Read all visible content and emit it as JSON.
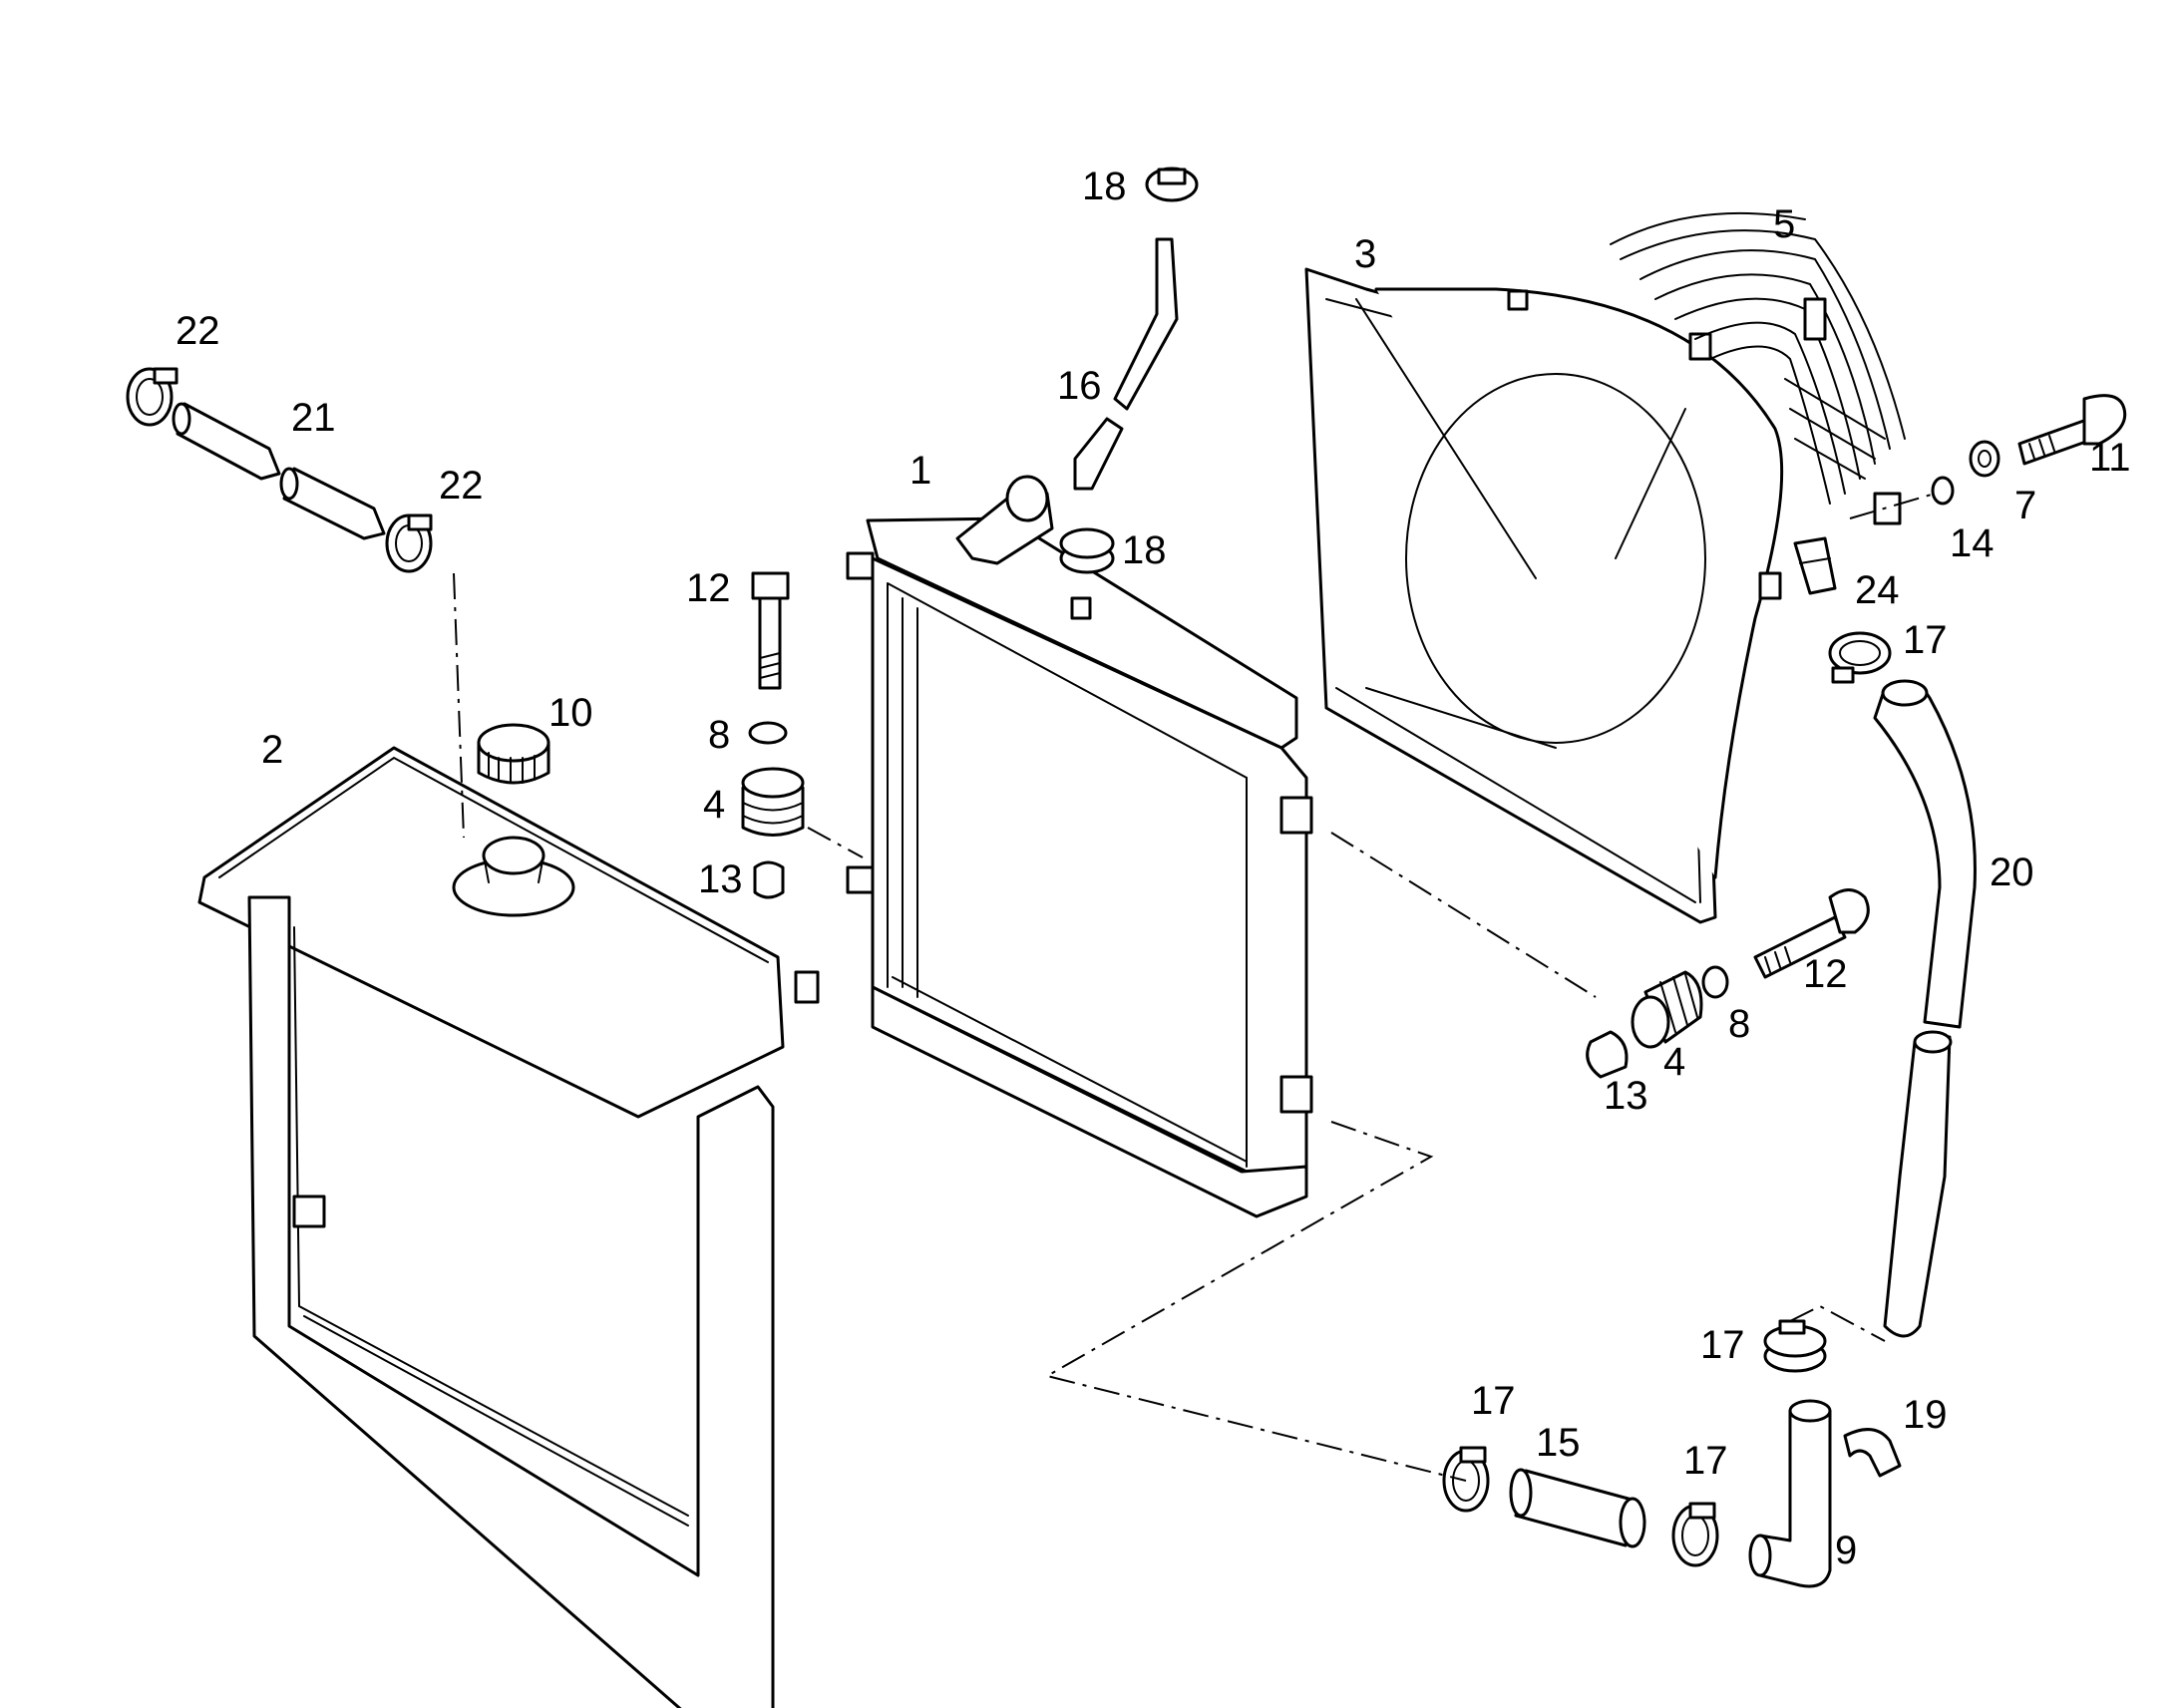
{
  "colors": {
    "line": "#000000",
    "background": "#ffffff"
  },
  "callouts": [
    {
      "id": "c1",
      "text": "1",
      "part": "radiator"
    },
    {
      "id": "c2",
      "text": "2",
      "part": "radiator-frame"
    },
    {
      "id": "c3",
      "text": "3",
      "part": "fan-shroud"
    },
    {
      "id": "c4a",
      "text": "4",
      "part": "rubber-mount-left"
    },
    {
      "id": "c4b",
      "text": "4",
      "part": "rubber-mount-right"
    },
    {
      "id": "c5",
      "text": "5",
      "part": "fan-guard"
    },
    {
      "id": "c7",
      "text": "7",
      "part": "lock-washer"
    },
    {
      "id": "c8a",
      "text": "8",
      "part": "washer-left"
    },
    {
      "id": "c8b",
      "text": "8",
      "part": "washer-right"
    },
    {
      "id": "c9",
      "text": "9",
      "part": "elbow-pipe"
    },
    {
      "id": "c10",
      "text": "10",
      "part": "filler-cap"
    },
    {
      "id": "c11",
      "text": "11",
      "part": "bolt-top-right"
    },
    {
      "id": "c12a",
      "text": "12",
      "part": "bolt-left"
    },
    {
      "id": "c12b",
      "text": "12",
      "part": "bolt-right"
    },
    {
      "id": "c13a",
      "text": "13",
      "part": "nut-left"
    },
    {
      "id": "c13b",
      "text": "13",
      "part": "nut-right"
    },
    {
      "id": "c14",
      "text": "14",
      "part": "flat-washer"
    },
    {
      "id": "c15",
      "text": "15",
      "part": "straight-hose"
    },
    {
      "id": "c16",
      "text": "16",
      "part": "upper-hose"
    },
    {
      "id": "c17a",
      "text": "17",
      "part": "clamp-top-right"
    },
    {
      "id": "c17b",
      "text": "17",
      "part": "clamp-bottom-a"
    },
    {
      "id": "c17c",
      "text": "17",
      "part": "clamp-bottom-b"
    },
    {
      "id": "c17d",
      "text": "17",
      "part": "clamp-bottom-c"
    },
    {
      "id": "c18a",
      "text": "18",
      "part": "clamp-upper"
    },
    {
      "id": "c18b",
      "text": "18",
      "part": "clamp-lower"
    },
    {
      "id": "c19",
      "text": "19",
      "part": "pipe-bracket"
    },
    {
      "id": "c20",
      "text": "20",
      "part": "lower-hose"
    },
    {
      "id": "c21",
      "text": "21",
      "part": "overflow-hoses"
    },
    {
      "id": "c22a",
      "text": "22",
      "part": "clamp-overflow-a"
    },
    {
      "id": "c22b",
      "text": "22",
      "part": "clamp-overflow-b"
    },
    {
      "id": "c24",
      "text": "24",
      "part": "shroud-bracket"
    }
  ]
}
